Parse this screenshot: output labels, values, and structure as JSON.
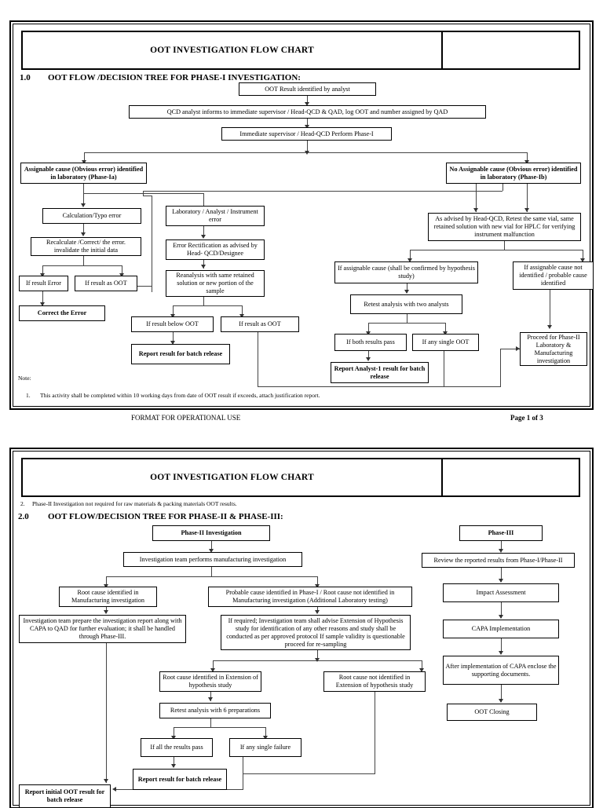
{
  "document": {
    "header_title": "OOT INVESTIGATION FLOW CHART",
    "footer_center": "FORMAT FOR OPERATIONAL USE",
    "footer_page": "Page 1 of 3"
  },
  "page1": {
    "section_number": "1.0",
    "section_title": "OOT FLOW /DECISION TREE FOR PHASE-I INVESTIGATION:",
    "nodes": {
      "oot_result": "OOT Result identified by analyst",
      "qcd_informs": "QCD analyst informs to immediate supervisor / Head-QCD & QAD, log OOT and number assigned by QAD",
      "perform_phase1": "Immediate supervisor / Head-QCD Perform Phase-I",
      "assignable": "Assignable cause (Obvious error) identified in laboratory (Phase-Ia)",
      "no_assignable": "No Assignable cause (Obvious error) identified in laboratory (Phase-Ib)",
      "calc_typo": "Calculation/Typo error",
      "recalculate": "Recalculate /Correct/ the error. invalidate the initial data",
      "if_result_error": "If result Error",
      "if_result_as_oot_left": "If result as OOT",
      "correct_the_error": "Correct the Error",
      "lab_analyst": "Laboratory / Analyst / Instrument error",
      "error_rectification": "Error Rectification as advised by Head- QCD/Designee",
      "reanalysis": "Reanalysis with same retained solution or new portion of the sample",
      "if_below_oot": "If result below OOT",
      "if_result_as_oot_mid": "If result as OOT",
      "report_batch_release": "Report result for batch release",
      "as_advised": "As advised by Head-QCD, Retest the same vial, same retained solution with new vial for HPLC for verifying instrument malfunction",
      "if_assignable_cause": "If assignable cause (shall be confirmed by hypothesis study)",
      "if_not_identified": "If assignable cause not identified / probable cause identified",
      "retest_two_analysts": "Retest analysis with two analysts",
      "if_both_pass": "If both results pass",
      "if_any_single_oot": "If any single OOT",
      "report_analyst1": "Report Analyst-1 result for batch release",
      "proceed_phase2": "Proceed for Phase-II Laboratory & Manufacturing investigation"
    },
    "note_label": "Note:",
    "notes": [
      {
        "number": "1.",
        "text": "This activity shall be completed within 10 working days from date of OOT result if exceeds, attach justification report."
      }
    ]
  },
  "page2": {
    "note": {
      "number": "2.",
      "text": "Phase-II Investigation not required for raw materials & packing materials OOT results."
    },
    "section_number": "2.0",
    "section_title": "OOT FLOW/DECISION TREE FOR PHASE-II & PHASE-III:",
    "nodes": {
      "phase2_investigation": "Phase-II Investigation",
      "team_performs": "Investigation team performs manufacturing investigation",
      "root_cause_mfg": "Root cause identified in Manufacturing investigation",
      "probable_cause": "Probable cause identified in Phase-I / Root cause not identified in Manufacturing investigation (Additional Laboratory testing)",
      "team_prepare": "Investigation team prepare the investigation report along with CAPA to QAD for further evaluation; it shall be handled through Phase-III.",
      "if_required": "If required; Investigation team shall advise Extension of Hypothesis study for identification of any other reasons and study shall be conducted as per approved protocol If sample validity is questionable proceed for re-sampling",
      "root_cause_ext": "Root cause identified in Extension of hypothesis study",
      "root_cause_not_ext": "Root cause not identified in Extension of hypothesis study",
      "retest_6": "Retest analysis with 6 preparations",
      "if_all_pass": "If all the results pass",
      "if_any_failure": "If any single failure",
      "report_batch_release": "Report result for batch release",
      "report_initial": "Report initial OOT result for batch release",
      "phase3": "Phase-III",
      "review_reported": "Review the reported results from Phase-I/Phase-II",
      "impact_assessment": "Impact Assessment",
      "capa_implementation": "CAPA Implementation",
      "after_capa": "After implementation of CAPA enclose the supporting documents.",
      "oot_closing": "OOT Closing"
    }
  }
}
